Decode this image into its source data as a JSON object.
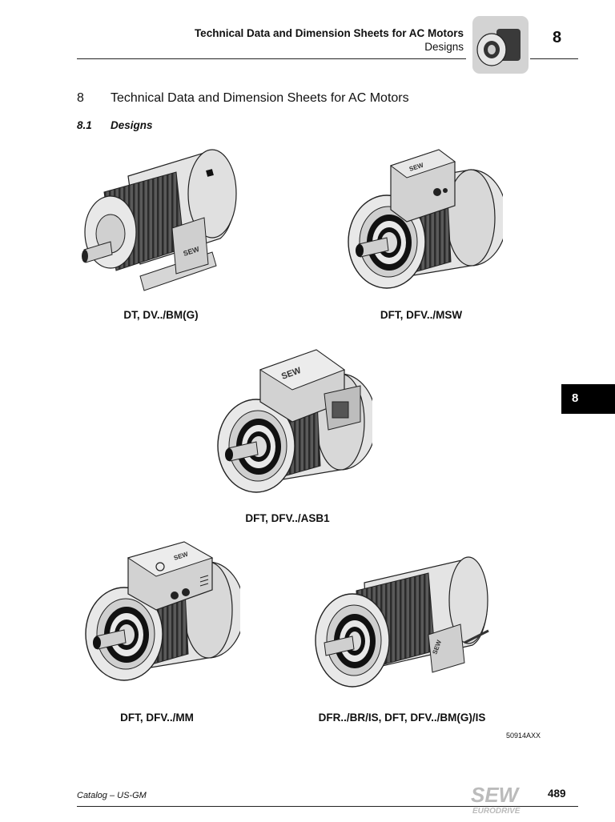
{
  "header": {
    "title": "Technical Data and Dimension Sheets for AC Motors",
    "subtitle": "Designs",
    "chapter": "8",
    "icon": "motor-thumbnail-icon"
  },
  "section": {
    "number": "8",
    "title": "Technical Data and Dimension Sheets for AC Motors"
  },
  "subsection": {
    "number": "8.1",
    "title": "Designs"
  },
  "side_tab": {
    "label": "8"
  },
  "figures": [
    {
      "caption": "DT, DV../BM(G)",
      "icon": "foot-mounted-motor-with-brake-rectifier-icon"
    },
    {
      "caption": "DFT, DFV../MSW",
      "icon": "flange-motor-with-movi-switch-icon"
    },
    {
      "caption": "DFT, DFV../ASB1",
      "icon": "flange-motor-with-asb1-connector-icon"
    },
    {
      "caption": "DFT, DFV../MM",
      "icon": "flange-motor-with-movimot-icon"
    },
    {
      "caption": "DFR../BR/IS, DFT, DFV../BM(G)/IS",
      "icon": "flange-motor-with-is-plug-connector-icon"
    }
  ],
  "figure_code": "50914AXX",
  "footer": {
    "catalog": "Catalog – US-GM",
    "page": "489",
    "logo_text": "SEW",
    "logo_subtext": "EURODRIVE",
    "logo": "sew-eurodrive-logo"
  }
}
